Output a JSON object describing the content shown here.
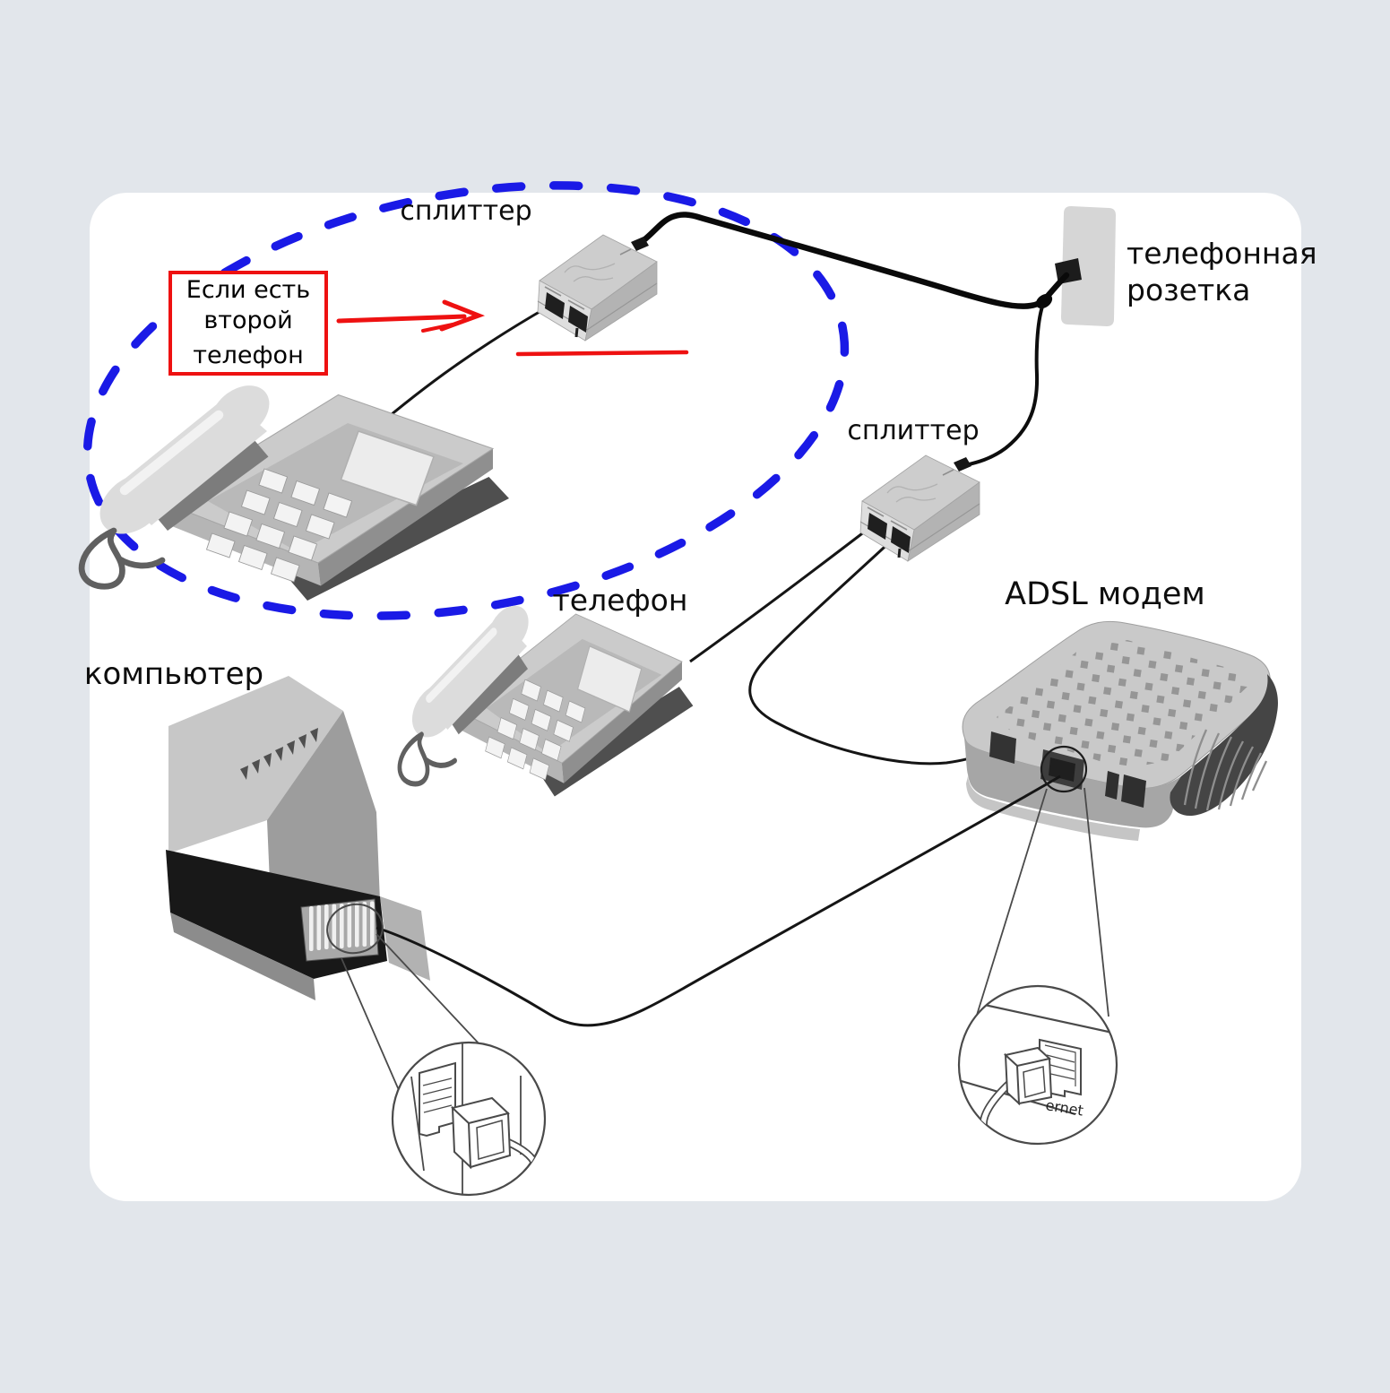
{
  "page": {
    "background": "#e2e6eb",
    "card_background": "#ffffff"
  },
  "labels": {
    "splitter_top": "сплиттер",
    "splitter_mid": "сплиттер",
    "socket_line1": "телефонная",
    "socket_line2": "розетка",
    "phone": "телефон",
    "modem": "ADSL модем",
    "computer": "компьютер",
    "ethernet_port": "ernet"
  },
  "callout": {
    "line1": "Если есть",
    "line2": "второй",
    "line3": "телефон"
  },
  "colors": {
    "annotation_red": "#ee1111",
    "annotation_blue": "#1a1ae6",
    "wire": "#0d0d0d"
  }
}
